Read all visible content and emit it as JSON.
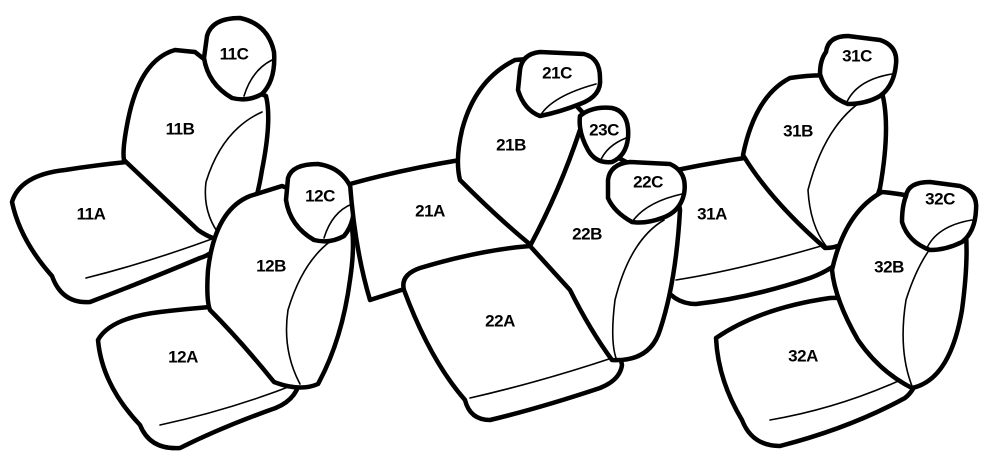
{
  "seat_parts": {
    "s11A": "11A",
    "s11B": "11B",
    "s11C": "11C",
    "s12A": "12A",
    "s12B": "12B",
    "s12C": "12C",
    "s21A": "21A",
    "s21B": "21B",
    "s21C": "21C",
    "s22A": "22A",
    "s22B": "22B",
    "s22C": "22C",
    "s23C": "23C",
    "s31A": "31A",
    "s31B": "31B",
    "s31C": "31C",
    "s32A": "32A",
    "s32B": "32B",
    "s32C": "32C"
  },
  "colors": {
    "line": "#000000",
    "fill": "#ffffff",
    "background": "#ffffff"
  }
}
